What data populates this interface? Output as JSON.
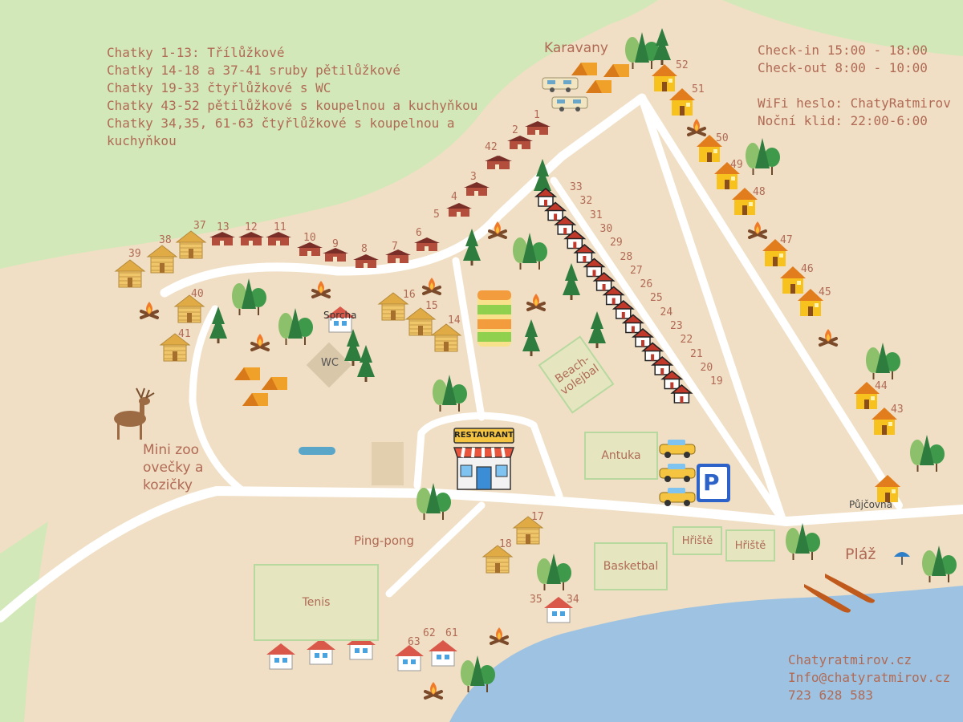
{
  "colors": {
    "ground": "#f0dfc4",
    "grass": "#d2e8b8",
    "water": "#9ec3e2",
    "road": "#ffffff",
    "text": "#b06a55",
    "court_border": "#b7d9a0"
  },
  "cabin_types": [
    "Chatky 1-13: Třílůžkové",
    "Chatky 14-18 a 37-41 sruby pětilůžkové",
    "Chatky 19-33 čtyřlůžkové s WC",
    "Chatky 43-52 pětilůžkové s koupelnou a kuchyňkou",
    "Chatky 34,35, 61-63 čtyřlůžkové s koupelnou a",
    "kuchyňkou"
  ],
  "camp_info": {
    "checkin": "Check-in 15:00 - 18:00",
    "checkout": "Check-out 8:00 - 10:00",
    "wifi": "WiFi heslo: ChatyRatmirov",
    "quiet": "Noční klid: 22:00-6:00"
  },
  "places": {
    "caravans": "Karavany",
    "shower": "Sprcha",
    "wc": "WC",
    "zoo": [
      "Mini zoo",
      "ovečky a",
      "kozičky"
    ],
    "restaurant": "RESTAURANT",
    "beach_volleyball": [
      "Beach-",
      "volejbal"
    ],
    "antuka": "Antuka",
    "ping_pong": "Ping-pong",
    "tennis": "Tenis",
    "basketball": "Basketbal",
    "playground": "Hřiště",
    "rental": "Půjčovna",
    "beach": "Pláž",
    "parking": "P"
  },
  "contact": {
    "web": "Chatyratmirov.cz",
    "email": "Info@chatyratmirov.cz",
    "phone": "723 628 583"
  },
  "cabin_numbers": {
    "small_cabins": [
      "1",
      "2",
      "42",
      "3",
      "4",
      "5",
      "6",
      "7",
      "8",
      "9",
      "10",
      "11",
      "12",
      "13"
    ],
    "log_cabins": [
      "37",
      "38",
      "39",
      "40",
      "41",
      "16",
      "15",
      "14",
      "17",
      "18"
    ],
    "wc_cabins": [
      "33",
      "32",
      "31",
      "30",
      "29",
      "28",
      "27",
      "26",
      "25",
      "24",
      "23",
      "22",
      "21",
      "20",
      "19"
    ],
    "yellow_cabins": [
      "52",
      "51",
      "50",
      "49",
      "48",
      "47",
      "46",
      "45",
      "44",
      "43"
    ],
    "white_houses": [
      "35",
      "34",
      "63",
      "62",
      "61"
    ]
  }
}
